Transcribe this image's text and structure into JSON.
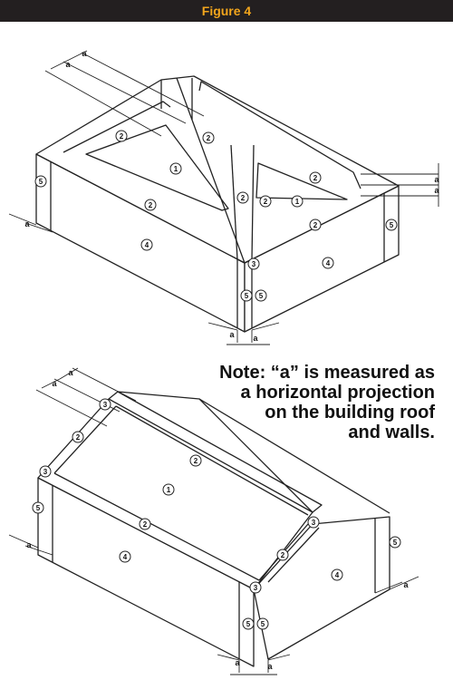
{
  "header": {
    "title": "Figure 4",
    "background": "#231f20",
    "title_color": "#f2a51c"
  },
  "zone_labels": [
    "1",
    "2",
    "3",
    "4",
    "5"
  ],
  "dimension_label": "a",
  "note": {
    "lines": [
      "Note: “a” is measured as",
      "a horizontal projection",
      "on the building roof",
      "and walls."
    ]
  }
}
